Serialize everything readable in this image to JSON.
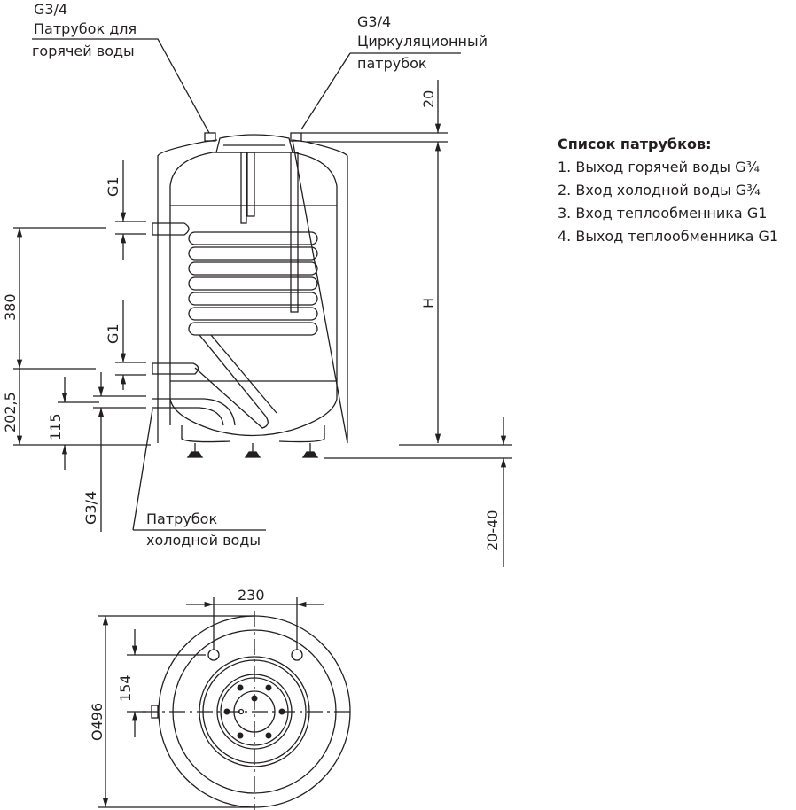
{
  "callouts": {
    "hot_water": {
      "thread": "G3/4",
      "line1": "Патрубок для",
      "line2": "горячей воды"
    },
    "circulation": {
      "thread": "G3/4",
      "line1": "Циркуляционный",
      "line2": "патрубок"
    },
    "cold_water": {
      "line1": "Патрубок",
      "line2": "холодной воды"
    }
  },
  "dimensions": {
    "top_offset": "20",
    "height": "H",
    "feet": "20-40",
    "coil_spacing": "380",
    "lower_inlet": "202,5",
    "cold_inlet": "115",
    "upper_coil_thread": "G1",
    "lower_coil_thread": "G1",
    "cold_thread": "G3/4",
    "port_spacing": "230",
    "port_offset": "154",
    "diameter": "O496"
  },
  "legend": {
    "title": "Список патрубков:",
    "items": [
      "1. Выход горячей воды G¾",
      "2. Вход холодной воды G¾",
      "3. Вход теплообменника G1",
      "4. Выход теплообменника G1"
    ]
  }
}
